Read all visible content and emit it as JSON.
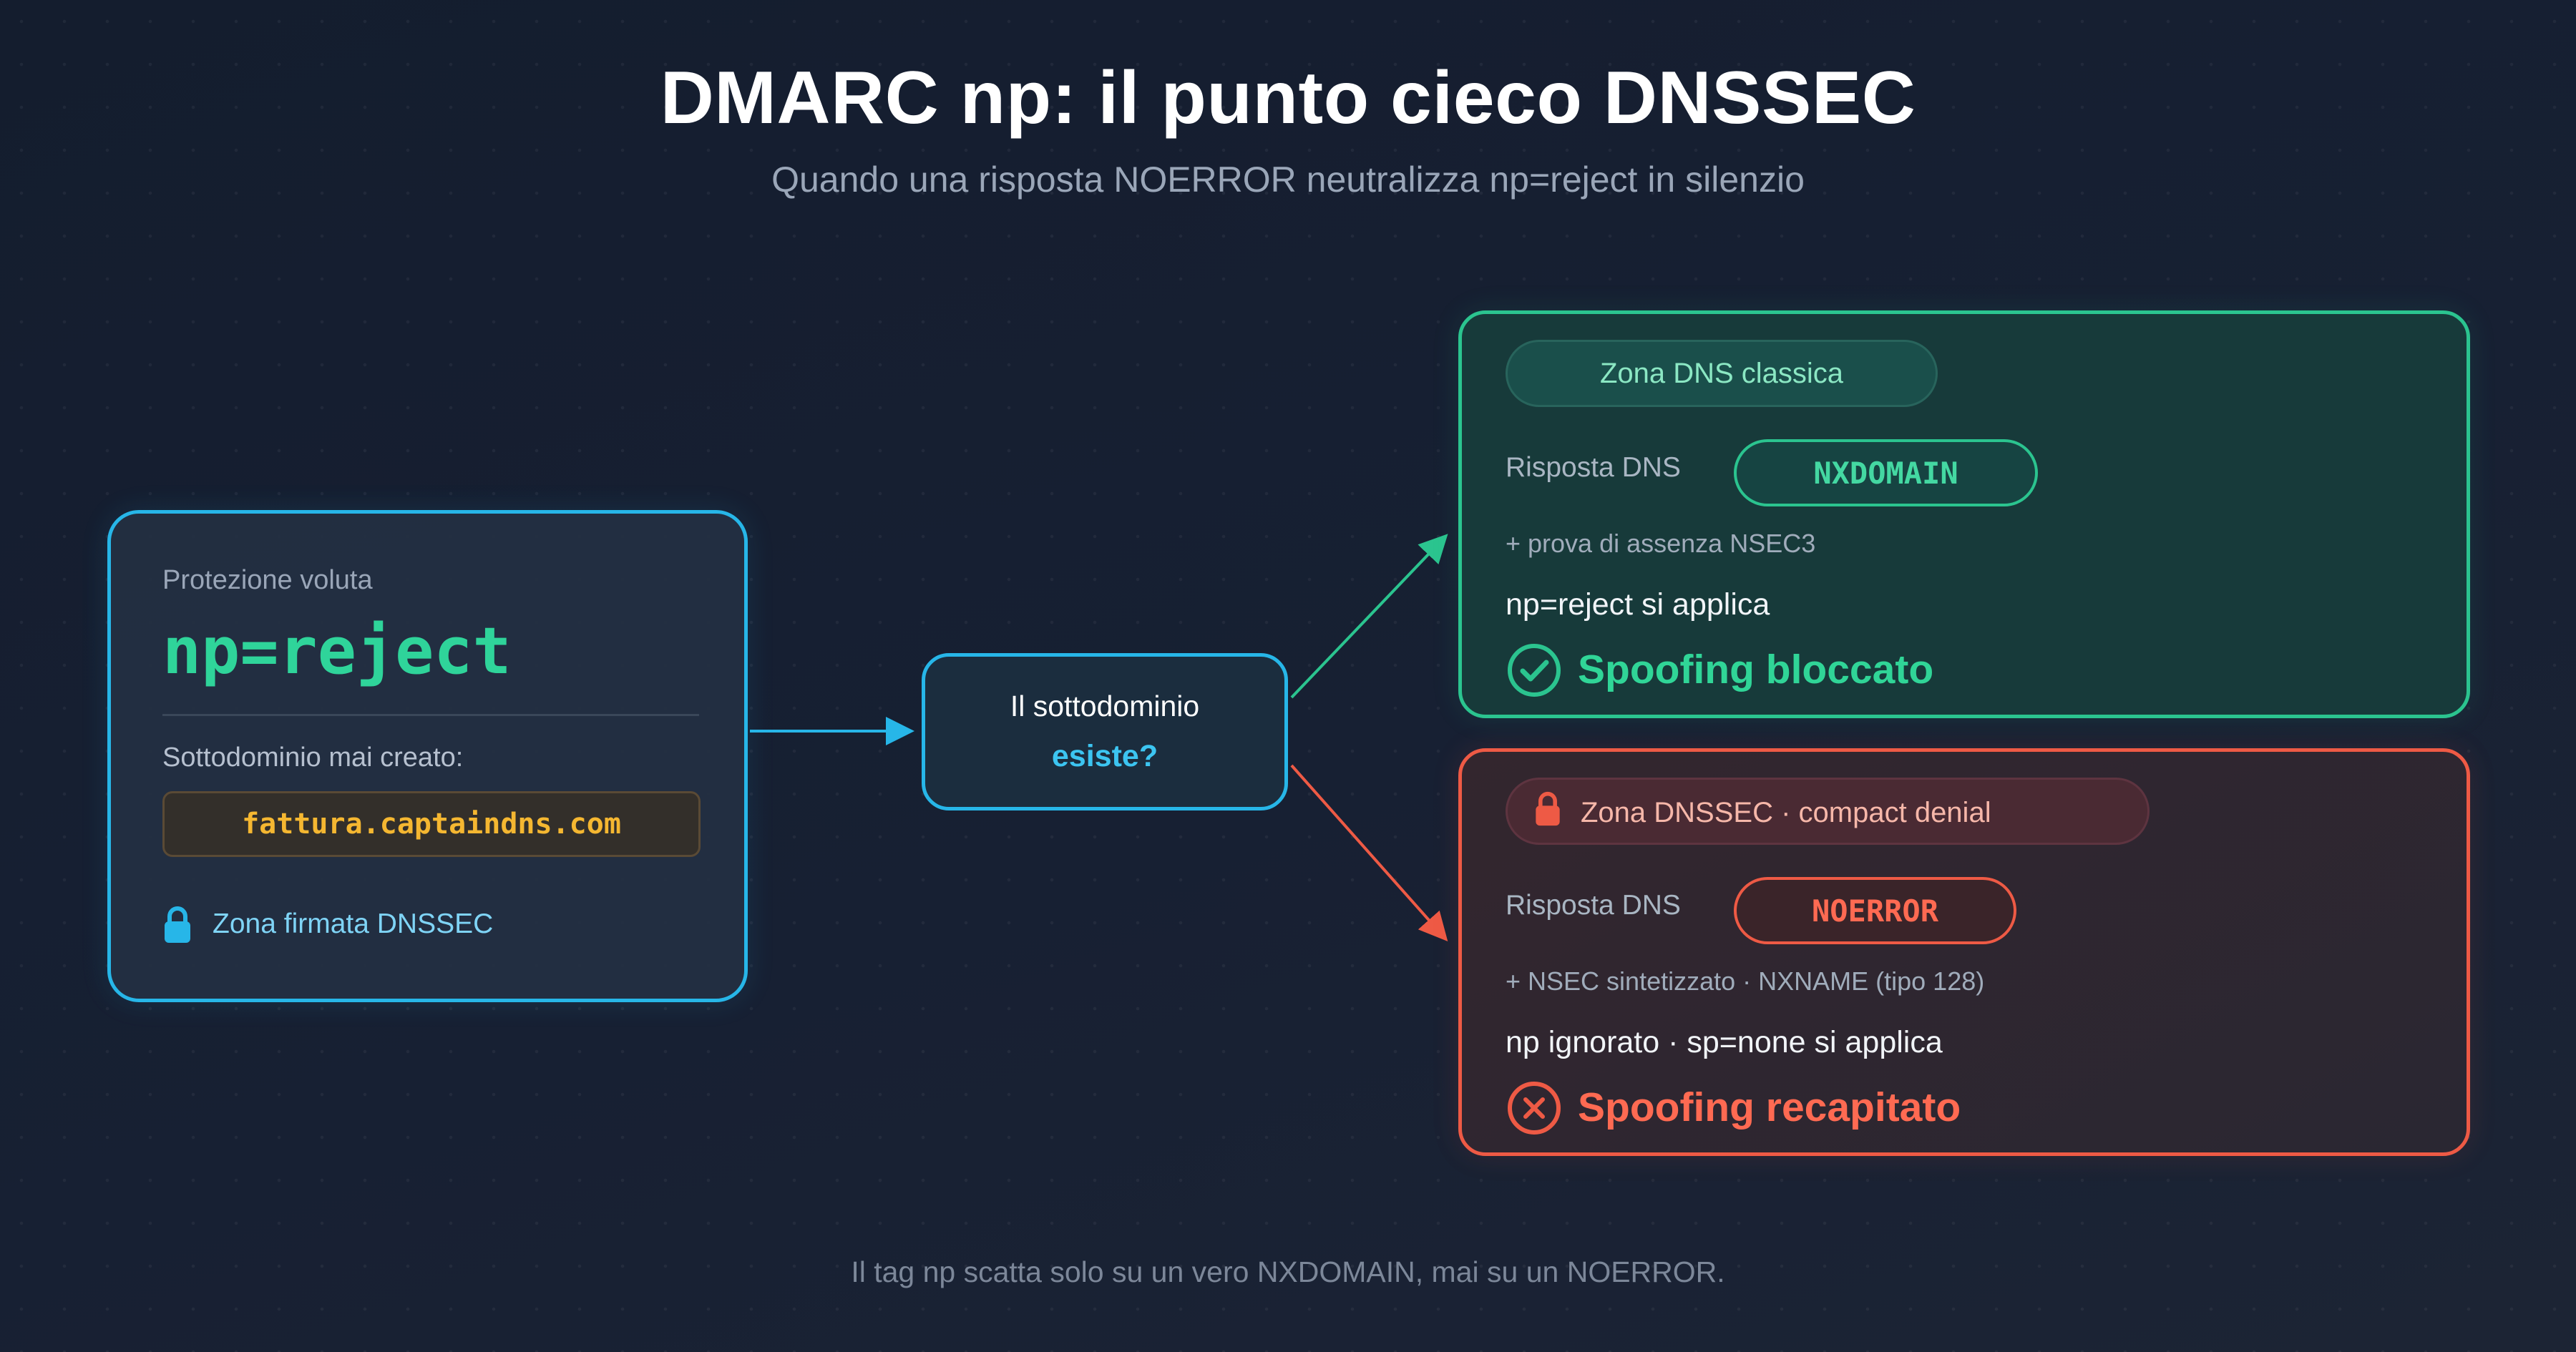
{
  "title": "DMARC np: il punto cieco DNSSEC",
  "subtitle": "Quando una risposta NOERROR neutralizza np=reject in silenzio",
  "left_card": {
    "label": "Protezione voluta",
    "policy": "np=reject",
    "subdomain_label": "Sottodominio mai creato:",
    "subdomain": "fattura.captaindns.com",
    "zone_label": "Zona firmata DNSSEC",
    "icon": "lock-icon"
  },
  "decision": {
    "line1": "Il sottodominio",
    "line2": "esiste?"
  },
  "classic_zone": {
    "header": "Zona DNS classica",
    "dns_label": "Risposta DNS",
    "response": "NXDOMAIN",
    "note": "+ prova di assenza NSEC3",
    "effect": "np=reject si applica",
    "result": "Spoofing bloccato",
    "icon": "check-circle-icon"
  },
  "dnssec_zone": {
    "header": "Zona DNSSEC · compact denial",
    "dns_label": "Risposta DNS",
    "response": "NOERROR",
    "note": "+ NSEC sintetizzato · NXNAME (tipo 128)",
    "effect": "np ignorato · sp=none si applica",
    "result": "Spoofing recapitato",
    "icon": "x-circle-icon"
  },
  "footer": "Il tag np scatta solo su un vero NXDOMAIN, mai su un NOERROR.",
  "colors": {
    "accent_blue": "#27b6e8",
    "success_green": "#2bc48f",
    "danger_red": "#ee5a45",
    "domain_yellow": "#f5b731"
  }
}
